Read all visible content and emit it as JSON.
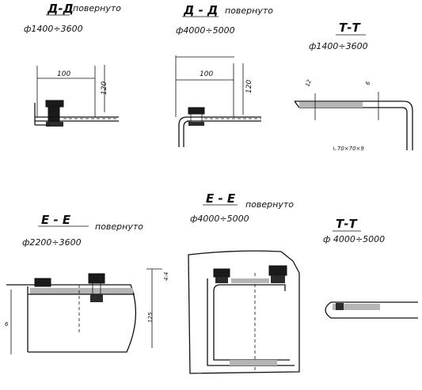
{
  "sections": [
    {
      "title": "Д-Д",
      "subtitle": "поверн͏уто",
      "range": "ф1400÷3600"
    },
    {
      "title": "Д - Д",
      "subtitle": "повернуто",
      "range": "ф4000÷5000"
    },
    {
      "title": "Т-Т",
      "subtitle": "",
      "range": "ф1400÷3600"
    },
    {
      "title": "Е - Е",
      "subtitle": "повернуто",
      "range": "ф2200÷3600"
    },
    {
      "title": "Е - Е",
      "subtitle": "повернуто",
      "range": "ф4000÷5000"
    },
    {
      "title": "Т-Т",
      "subtitle": "",
      "range": "ф 4000÷5000"
    }
  ],
  "dims": {
    "d1_width": "100",
    "d1_height": "120",
    "d2_width": "100",
    "d2_height": "120",
    "t1_a": "12",
    "t1_b": "6",
    "angle_note": "∟70×70×9",
    "e1_height": "125",
    "e1_side": "6",
    "e1_right": "4:4"
  }
}
